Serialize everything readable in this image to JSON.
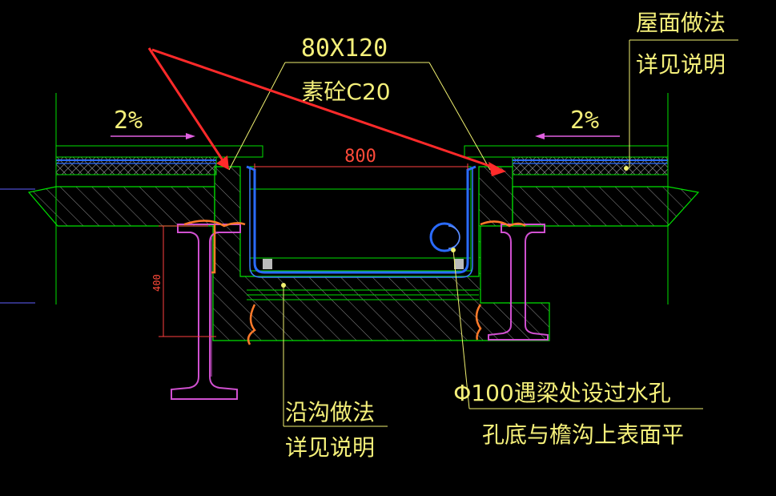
{
  "labels": {
    "top_dim": "80X120",
    "concrete": "素砼C20",
    "roof_line1": "屋面做法",
    "roof_line2": "详见说明",
    "slope_left": "2%",
    "slope_right": "2%",
    "width_dim": "800",
    "depth_dim": "400",
    "gutter_line1": "沿沟做法",
    "gutter_line2": "详见说明",
    "hole_line1": "Φ100遇梁处设过水孔",
    "hole_line2": "孔底与檐沟上表面平"
  },
  "colors": {
    "background": "#000000",
    "text": "#f5f07a",
    "outline": "#00e000",
    "waterproof": "#2a6bff",
    "beam": "#d050d0",
    "break": "#ff7a2a",
    "dimension": "#ff4040",
    "leader": "#f0f070",
    "arrow": "#ff2a2a",
    "slope_arrow": "#e060e0",
    "hatch": "#9a9a9a"
  }
}
